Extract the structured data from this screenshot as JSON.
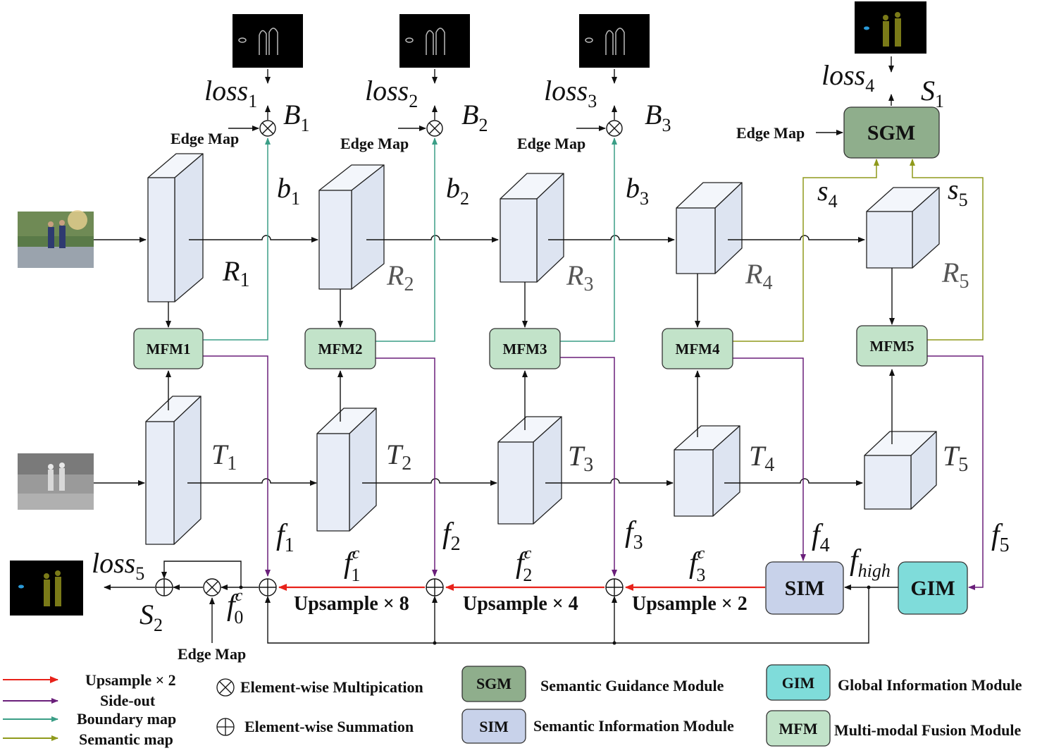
{
  "modules": {
    "mfm": [
      "MFM1",
      "MFM2",
      "MFM3",
      "MFM4",
      "MFM5"
    ],
    "sgm": "SGM",
    "sim": "SIM",
    "gim": "GIM"
  },
  "labels": {
    "edge_map": "Edge Map",
    "upsample_8": "Upsample × 8",
    "upsample_4": "Upsample × 4",
    "upsample_2": "Upsample × 2"
  },
  "math": {
    "loss": "loss",
    "loss_subs": [
      "1",
      "2",
      "3",
      "4",
      "5"
    ],
    "B": "B",
    "b": "b",
    "R": "R",
    "T": "T",
    "f": "f",
    "s": "s",
    "S": "S",
    "c": "c",
    "high": "high",
    "idx": [
      "1",
      "2",
      "3",
      "4",
      "5"
    ],
    "fc_subs": [
      "0",
      "1",
      "2",
      "3"
    ],
    "s_subs": [
      "4",
      "5"
    ],
    "S_subs": [
      "1",
      "2"
    ]
  },
  "legend": {
    "upsample": "Upsample × 2",
    "side_out": "Side-out",
    "boundary": "Boundary map",
    "semantic": "Semantic map",
    "mult": "Element-wise Multipication",
    "sum": "Element-wise Summation",
    "sgm_abbr": "SGM",
    "sgm_full": "Semantic Guidance Module",
    "sim_abbr": "SIM",
    "sim_full": "Semantic Information Module",
    "gim_abbr": "GIM",
    "gim_full": "Global Information Module",
    "mfm_abbr": "MFM",
    "mfm_full": "Multi-modal Fusion Module"
  },
  "colors": {
    "mfm": "#c2e3c9",
    "sgm": "#8fae8c",
    "sim": "#c8d2ea",
    "gim": "#7fdcda",
    "upsample": "#e8221a",
    "side_out": "#6a1f7a",
    "boundary": "#3a9e86",
    "semantic": "#8f9a1c",
    "cube": "#e8edf7"
  }
}
